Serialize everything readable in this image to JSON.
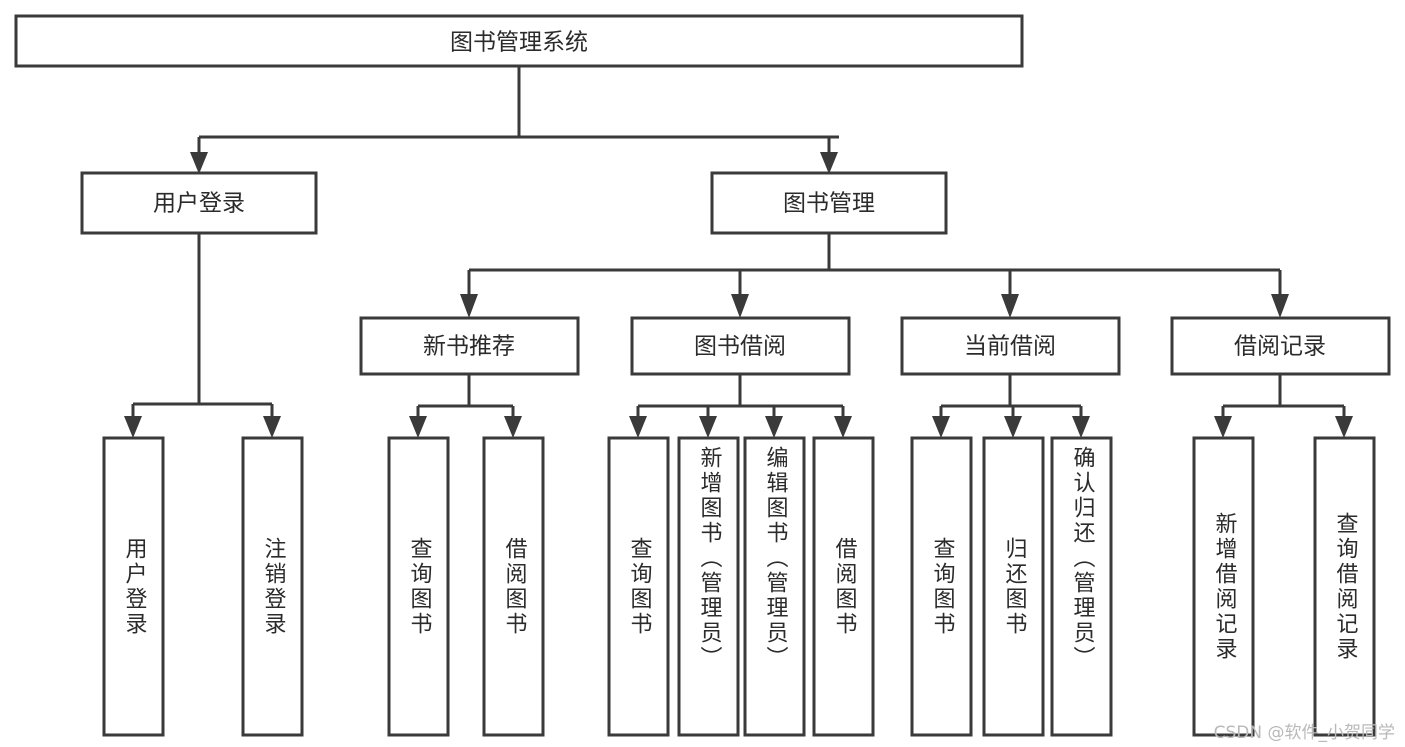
{
  "diagram": {
    "type": "tree",
    "title": "图书管理系统",
    "root": {
      "label": "图书管理系统"
    },
    "level1": [
      {
        "label": "用户登录"
      },
      {
        "label": "图书管理"
      }
    ],
    "level2": [
      {
        "label": "新书推荐"
      },
      {
        "label": "图书借阅"
      },
      {
        "label": "当前借阅"
      },
      {
        "label": "借阅记录"
      }
    ],
    "leaves": {
      "user_login": [
        {
          "label": "用户登录"
        },
        {
          "label": "注销登录"
        }
      ],
      "new_book_recommend": [
        {
          "label": "查询图书"
        },
        {
          "label": "借阅图书"
        }
      ],
      "book_borrow": [
        {
          "label": "查询图书"
        },
        {
          "label": "新增图书（管理员）"
        },
        {
          "label": "编辑图书（管理员）"
        },
        {
          "label": "借阅图书"
        }
      ],
      "current_borrow": [
        {
          "label": "查询图书"
        },
        {
          "label": "归还图书"
        },
        {
          "label": "确认归还（管理员）"
        }
      ],
      "borrow_record": [
        {
          "label": "新增借阅记录"
        },
        {
          "label": "查询借阅记录"
        }
      ]
    }
  },
  "watermark": {
    "text": "CSDN @软件_小贺同学"
  },
  "colors": {
    "box_stroke": "#3a3a3a",
    "box_fill": "#ffffff",
    "text": "#2b2b2b",
    "watermark": "#b9b9b9",
    "background": "#ffffff"
  }
}
